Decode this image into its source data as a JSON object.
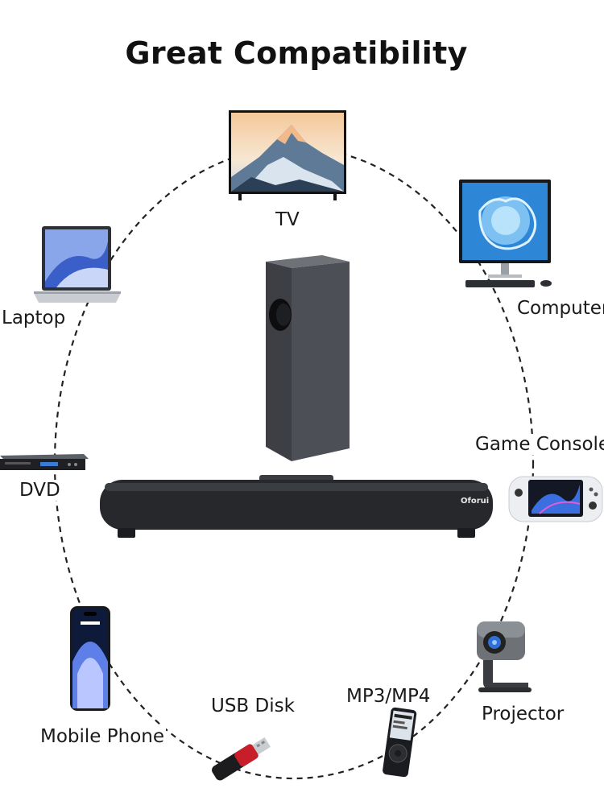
{
  "title": "Great Compatibility",
  "brand": "Oforui",
  "devices": {
    "tv": "TV",
    "computer": "Computer",
    "laptop": "Laptop",
    "dvd": "DVD",
    "game_consoles": "Game Consoles",
    "mobile_phone": "Mobile Phone",
    "usb_disk": "USB Disk",
    "mp3_mp4": "MP3/MP4",
    "projector": "Projector"
  },
  "colors": {
    "ring": "#222222",
    "device_dark": "#1c1c1e",
    "accent_blue": "#2f6fd6"
  }
}
